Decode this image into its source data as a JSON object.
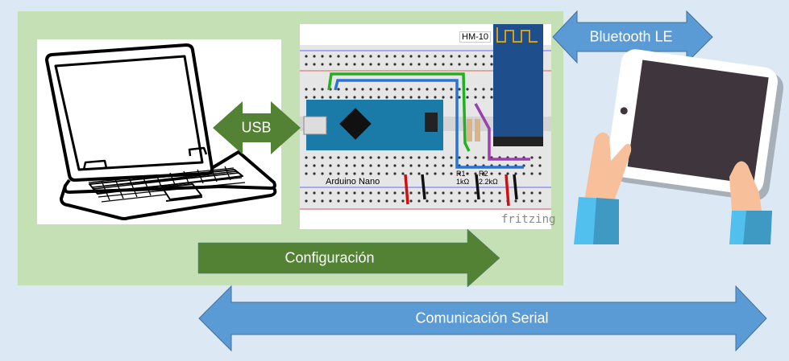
{
  "colors": {
    "background": "#dde8f5",
    "config_area": "#c5e0b4",
    "green_arrow": "#548235",
    "blue_arrow": "#5b9bd5",
    "blue_arrow_border": "#41719c"
  },
  "arrows": {
    "usb": {
      "label": "USB",
      "direction": "bidirectional"
    },
    "bluetooth": {
      "label": "Bluetooth LE",
      "direction": "bidirectional"
    },
    "configuration": {
      "label": "Configuración",
      "direction": "right"
    },
    "serial": {
      "label": "Comunicación Serial",
      "direction": "bidirectional"
    }
  },
  "devices": {
    "laptop": {
      "icon": "laptop-icon"
    },
    "tablet": {
      "icon": "tablet-hands-icon"
    }
  },
  "circuit": {
    "module_label": "HM-10",
    "board_label": "Arduino Nano",
    "r1_name": "R1",
    "r1_value": "1kΩ",
    "r2_name": "R2",
    "r2_value": "2.2kΩ",
    "watermark": "fritzing"
  }
}
